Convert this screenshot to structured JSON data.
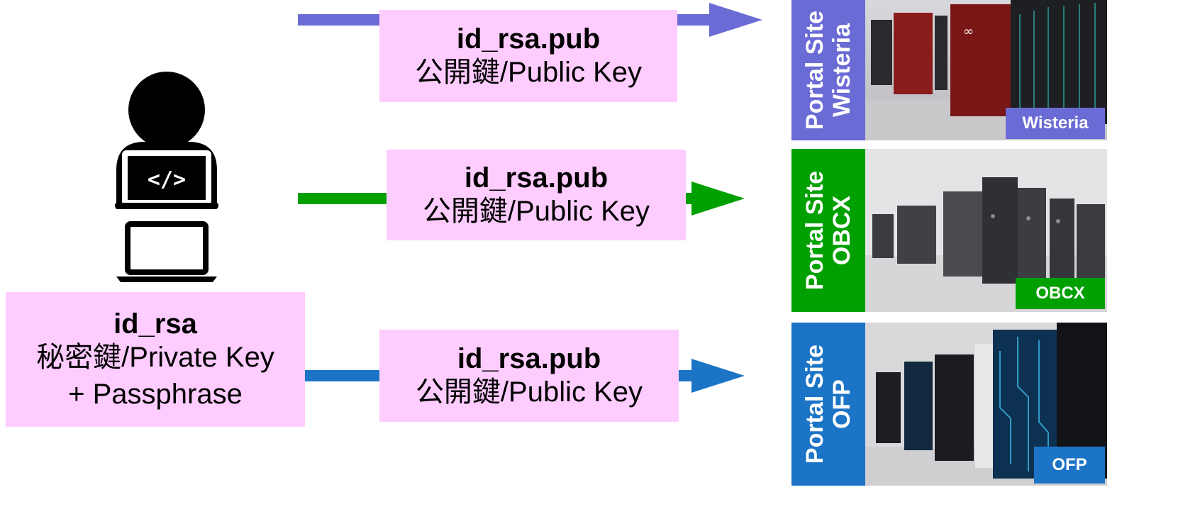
{
  "user": {
    "icon": "developer-person-icon",
    "laptop_icon": "laptop-icon",
    "private_key_file": "id_rsa",
    "private_key_label": "秘密鍵/Private Key",
    "passphrase_label": "+ Passphrase"
  },
  "transfers": [
    {
      "file": "id_rsa.pub",
      "label": "公開鍵/Public Key",
      "color": "#6b6bd6"
    },
    {
      "file": "id_rsa.pub",
      "label": "公開鍵/Public Key",
      "color": "#00a000"
    },
    {
      "file": "id_rsa.pub",
      "label": "公開鍵/Public Key",
      "color": "#1c74c6"
    }
  ],
  "systems": [
    {
      "portal_line1": "Portal Site",
      "portal_line2": "Wisteria",
      "badge": "Wisteria",
      "color": "#6b6bd6"
    },
    {
      "portal_line1": "Portal Site",
      "portal_line2": "OBCX",
      "badge": "OBCX",
      "color": "#00a000"
    },
    {
      "portal_line1": "Portal Site",
      "portal_line2": "OFP",
      "badge": "OFP",
      "color": "#1c74c6"
    }
  ],
  "colors": {
    "key_box": "#ffccff"
  }
}
